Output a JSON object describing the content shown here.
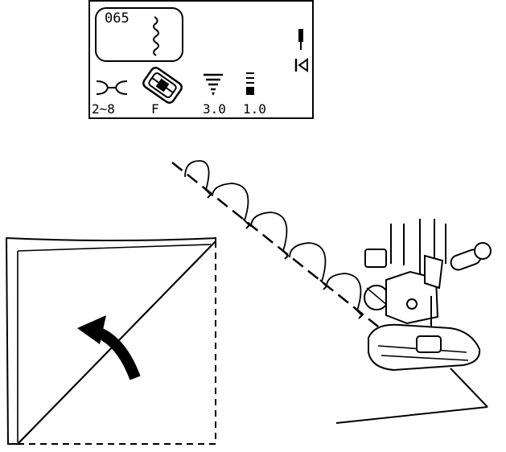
{
  "display": {
    "pattern_number": "065",
    "stitch_range": "2~8",
    "presser_foot": "F",
    "stitch_width": "3.0",
    "stitch_length": "1.0"
  },
  "icons": {
    "pattern": "shell-stitch-icon",
    "needle": "needle-position-icon",
    "lockstitch": "lock-stitch-icon",
    "twin_needle": "twin-needle-icon",
    "foot": "presser-foot-icon",
    "width": "stitch-width-icon",
    "length": "stitch-length-icon"
  }
}
